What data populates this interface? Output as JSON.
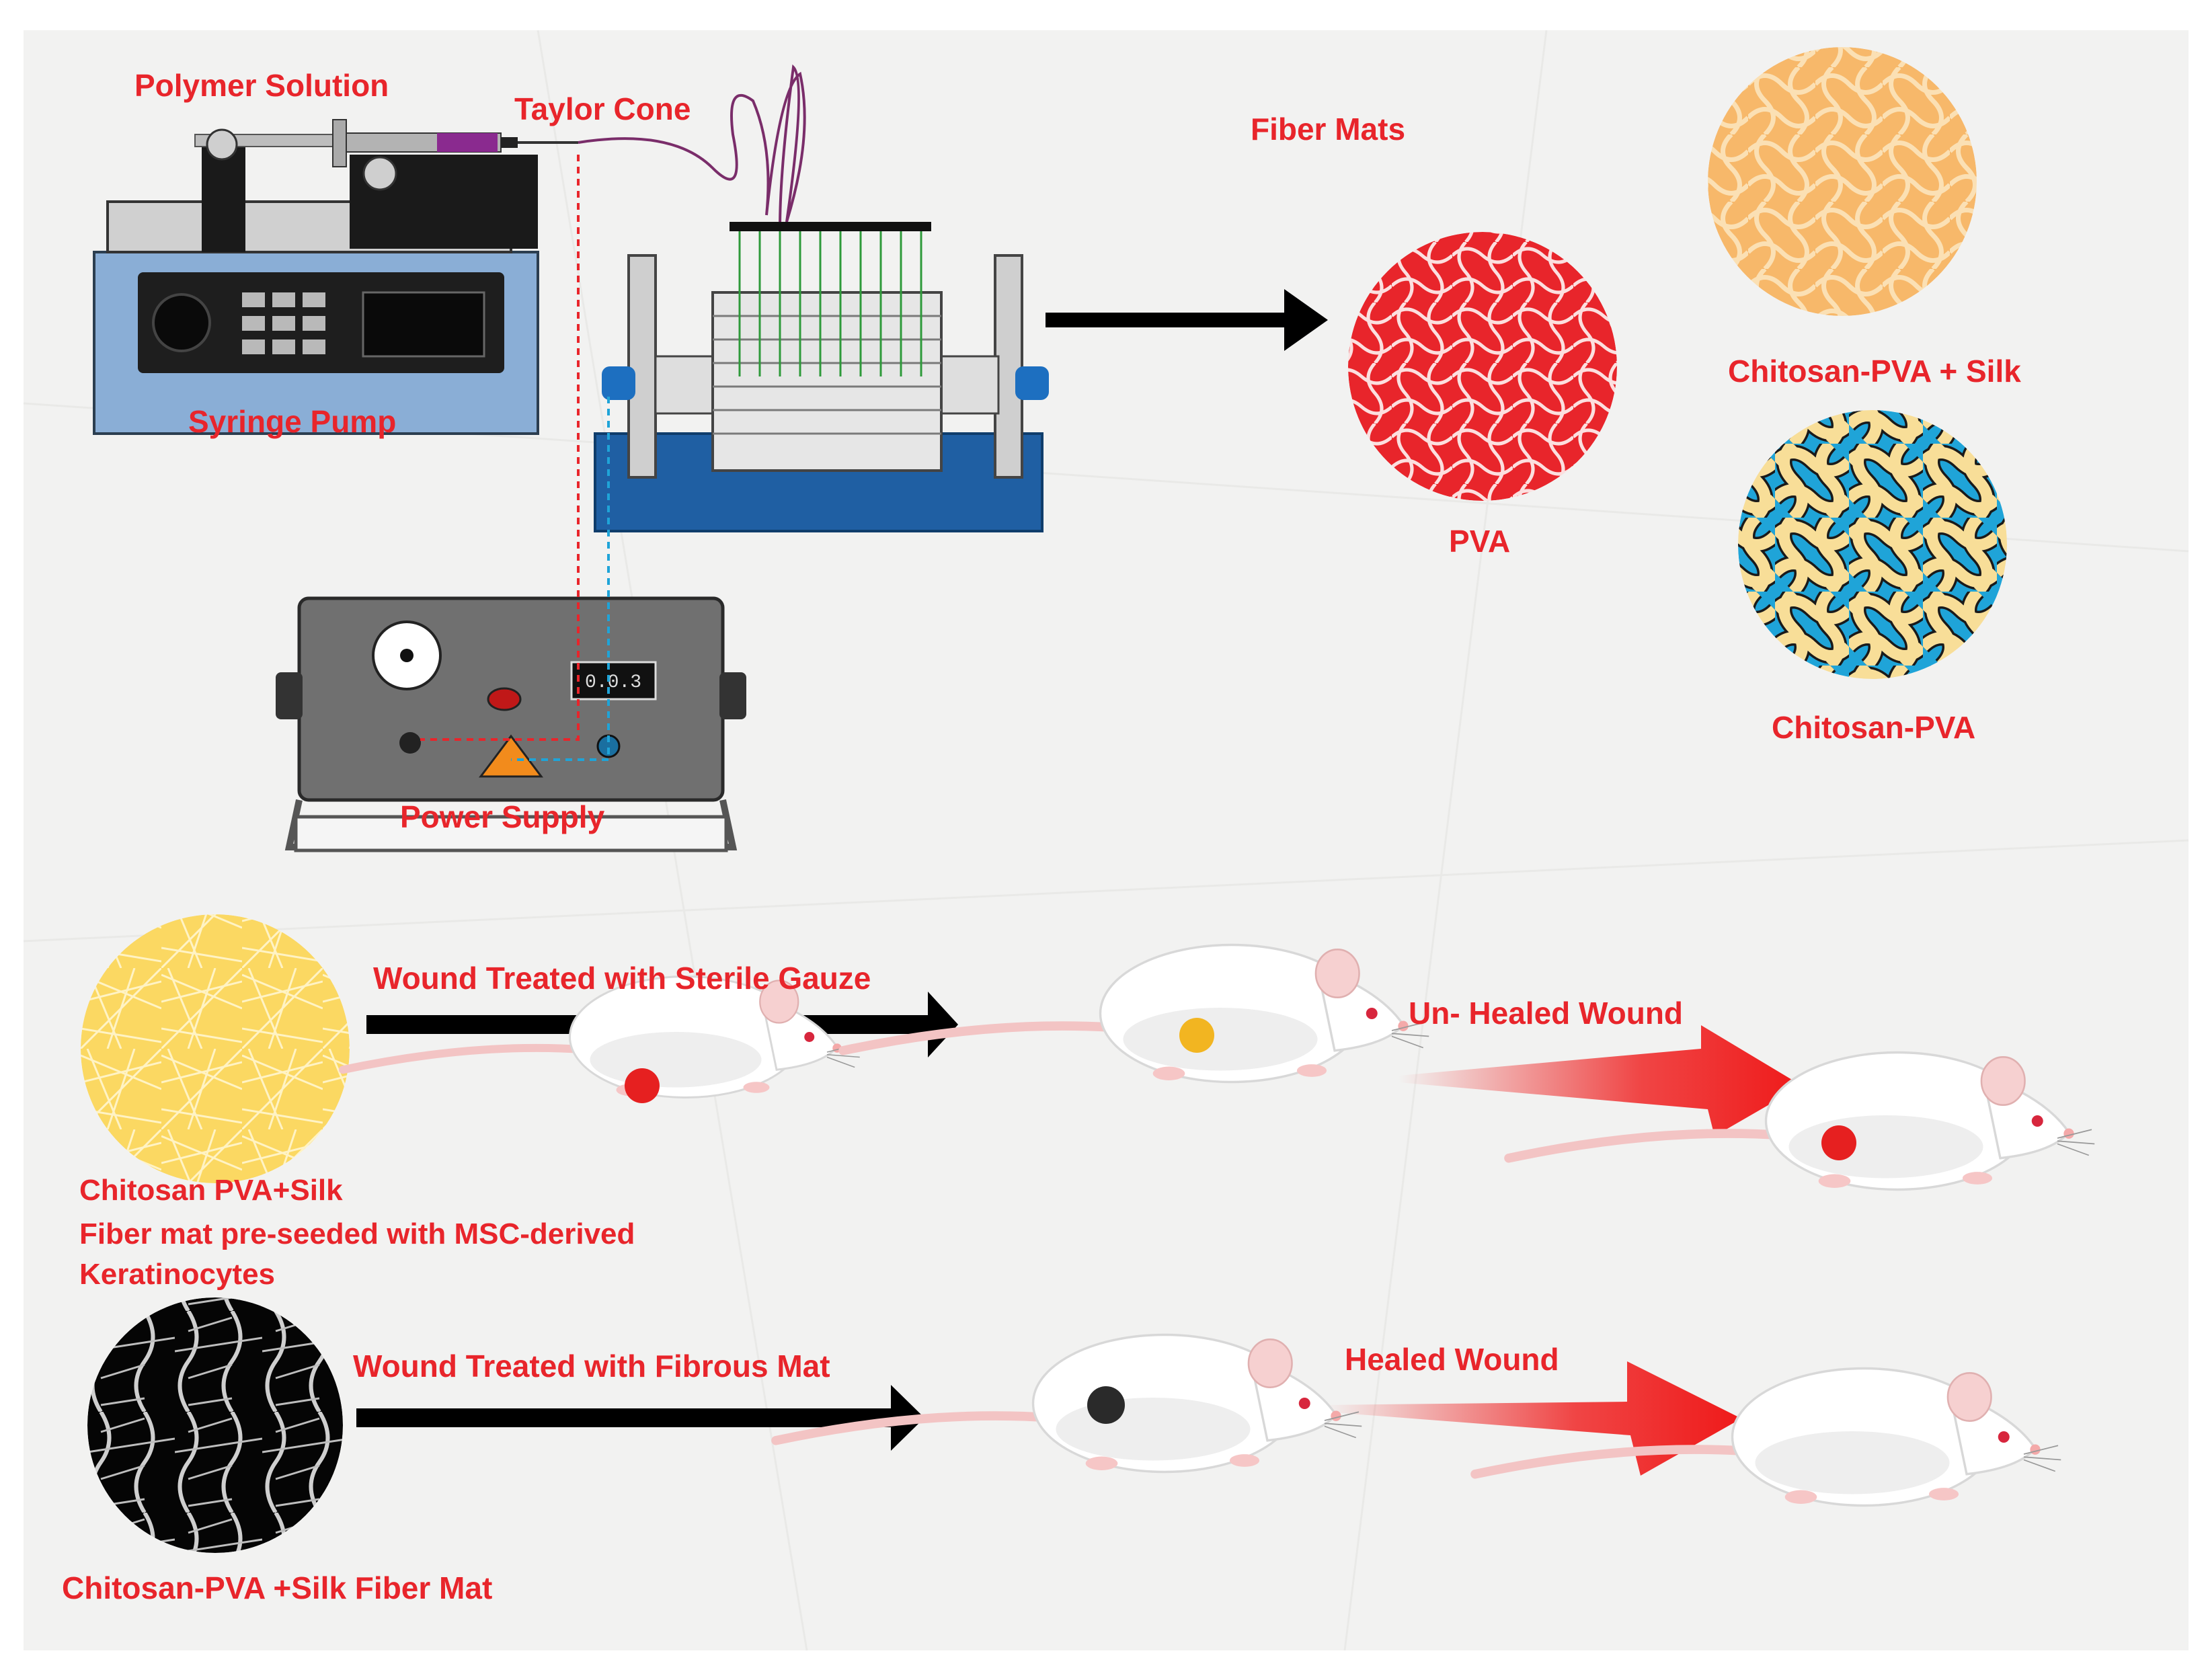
{
  "labels": {
    "polymer_solution": "Polymer Solution",
    "taylor_cone": "Taylor Cone",
    "syringe_pump": "Syringe Pump",
    "power_supply": "Power Supply",
    "fiber_mats": "Fiber Mats",
    "pva": "PVA",
    "chitosan_pva_silk": "Chitosan-PVA + Silk",
    "chitosan_pva": "Chitosan-PVA",
    "wound_sterile_gauze": "Wound Treated with Sterile Gauze",
    "unhealed_wound": "Un- Healed Wound",
    "chitosan_pva_silk_line1": "Chitosan PVA+Silk",
    "chitosan_pva_silk_line2": "Fiber mat pre-seeded with MSC-derived",
    "chitosan_pva_silk_line3": "Keratinocytes",
    "wound_fibrous_mat": "Wound Treated with Fibrous Mat",
    "healed_wound": "Healed Wound",
    "chitosan_pva_silk_fiber_mat": "Chitosan-PVA +Silk Fiber Mat",
    "display_reading": "0.0.3"
  },
  "colors": {
    "label_red": "#e8252b",
    "pva_red": "#e8252b",
    "silk_orange": "#f7b86a",
    "chitosan_blue": "#1fa4d8",
    "chitosan_yellow": "#f8de98",
    "gauze_yellow": "#fbd862",
    "pump_blue": "#8aaed6",
    "collector_base": "#1f5fa3",
    "arrow_black": "#000000",
    "arrow_red": "#ef1a1a",
    "wound_red": "#e62020",
    "wound_orange": "#f2b521",
    "wound_dark": "#2a2a2a"
  }
}
